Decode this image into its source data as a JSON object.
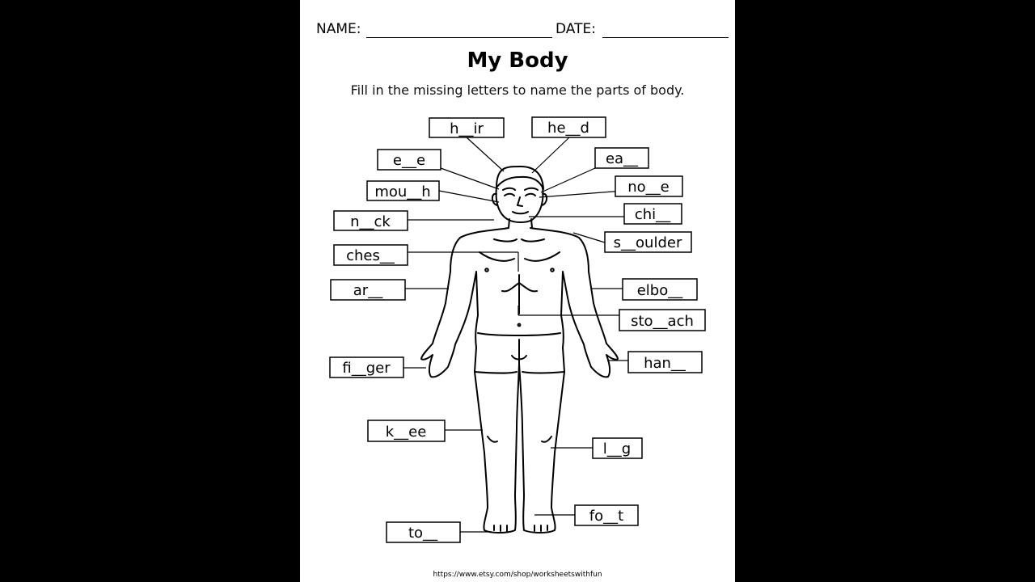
{
  "worksheet": {
    "name_label": "NAME:",
    "date_label": "DATE:",
    "title": "My Body",
    "instructions": "Fill in the missing letters to name the parts of body.",
    "footer_url": "https://www.etsy.com/shop/worksheetswithfun"
  },
  "labels": {
    "hair": "h__ir",
    "head": "he__d",
    "eye": "e__e",
    "ear": "ea__",
    "mouth": "mou__h",
    "nose": "no__e",
    "neck": "n__ck",
    "chin": "chi__",
    "shoulder": "s__oulder",
    "chest": "ches__",
    "arm": "ar__",
    "elbow": "elbo__",
    "stomach": "sto__ach",
    "finger": "fi__ger",
    "hand": "han__",
    "knee": "k__ee",
    "leg": "l__g",
    "foot": "fo__t",
    "toe": "to__"
  }
}
